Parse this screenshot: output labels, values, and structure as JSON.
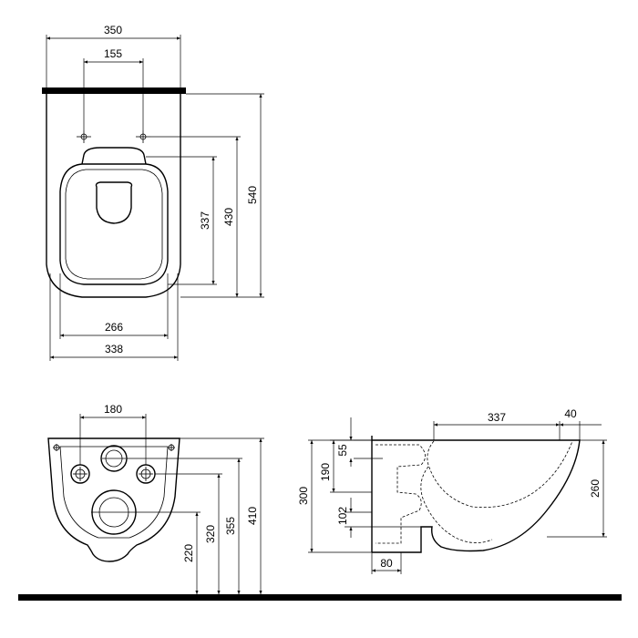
{
  "colors": {
    "line": "#000000",
    "background": "#ffffff"
  },
  "top_view": {
    "dims": {
      "width_top": "350",
      "fix_spacing": "155",
      "depth_total": "540",
      "depth_fix": "430",
      "opening_length": "337",
      "opening_width": "266",
      "width_bottom": "338"
    }
  },
  "front_view": {
    "dims": {
      "hole_spacing": "180",
      "h_outlet": "220",
      "h_holes": "320",
      "h_inlet": "355",
      "h_total": "410"
    }
  },
  "side_view": {
    "dims": {
      "rim_depth": "337",
      "rim_offset": "40",
      "top_offset": "55",
      "inlet_height": "190",
      "outlet_height": "102",
      "total_height": "300",
      "base_depth": "80",
      "bowl_height": "260"
    }
  }
}
